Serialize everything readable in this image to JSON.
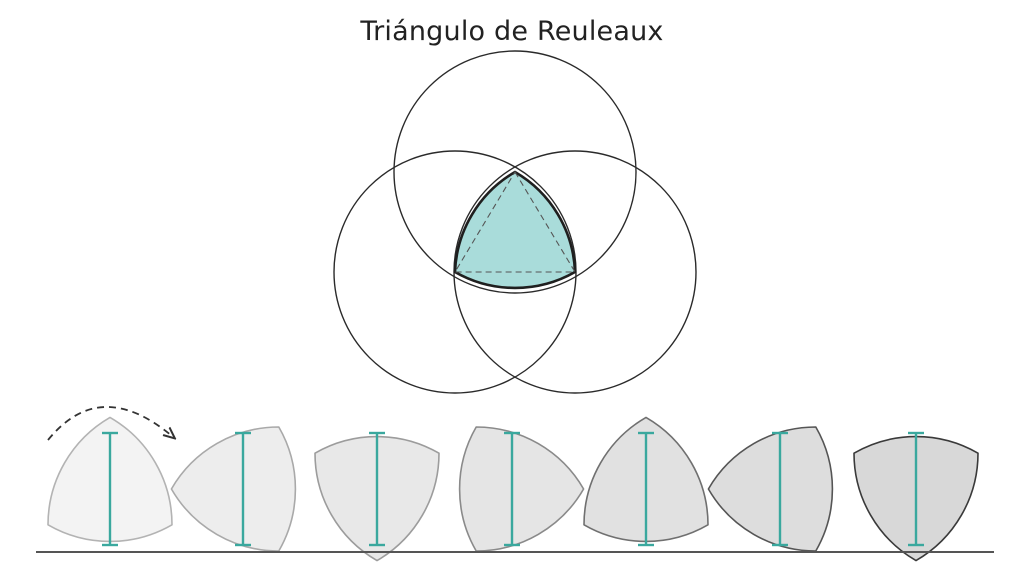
{
  "title": "Triángulo de Reuleaux",
  "colors": {
    "background": "#ffffff",
    "stroke": "#2a2a2a",
    "highlight_fill": "#a9dcda",
    "measure_teal": "#3aa89e",
    "ground_line": "#555555",
    "shape_fills": [
      "#f3f3f3",
      "#ededed",
      "#e8e8e8",
      "#e5e5e5",
      "#e1e1e1",
      "#dddddd",
      "#d8d8d8"
    ],
    "shape_strokes": [
      "#b3b3b3",
      "#a9a9a9",
      "#9c9c9c",
      "#8a8a8a",
      "#707070",
      "#555555",
      "#3a3a3a"
    ]
  },
  "construction": {
    "circles": 3,
    "highlighted_region": "reuleaux-triangle",
    "inner_triangle_style": "dashed"
  },
  "rolling_sequence": {
    "count": 7,
    "rotation_deg": [
      0,
      30,
      60,
      90,
      120,
      150,
      180
    ],
    "rotation_arrow": "clockwise-dashed-arrow",
    "width_indicator": "constant-width-bar"
  }
}
